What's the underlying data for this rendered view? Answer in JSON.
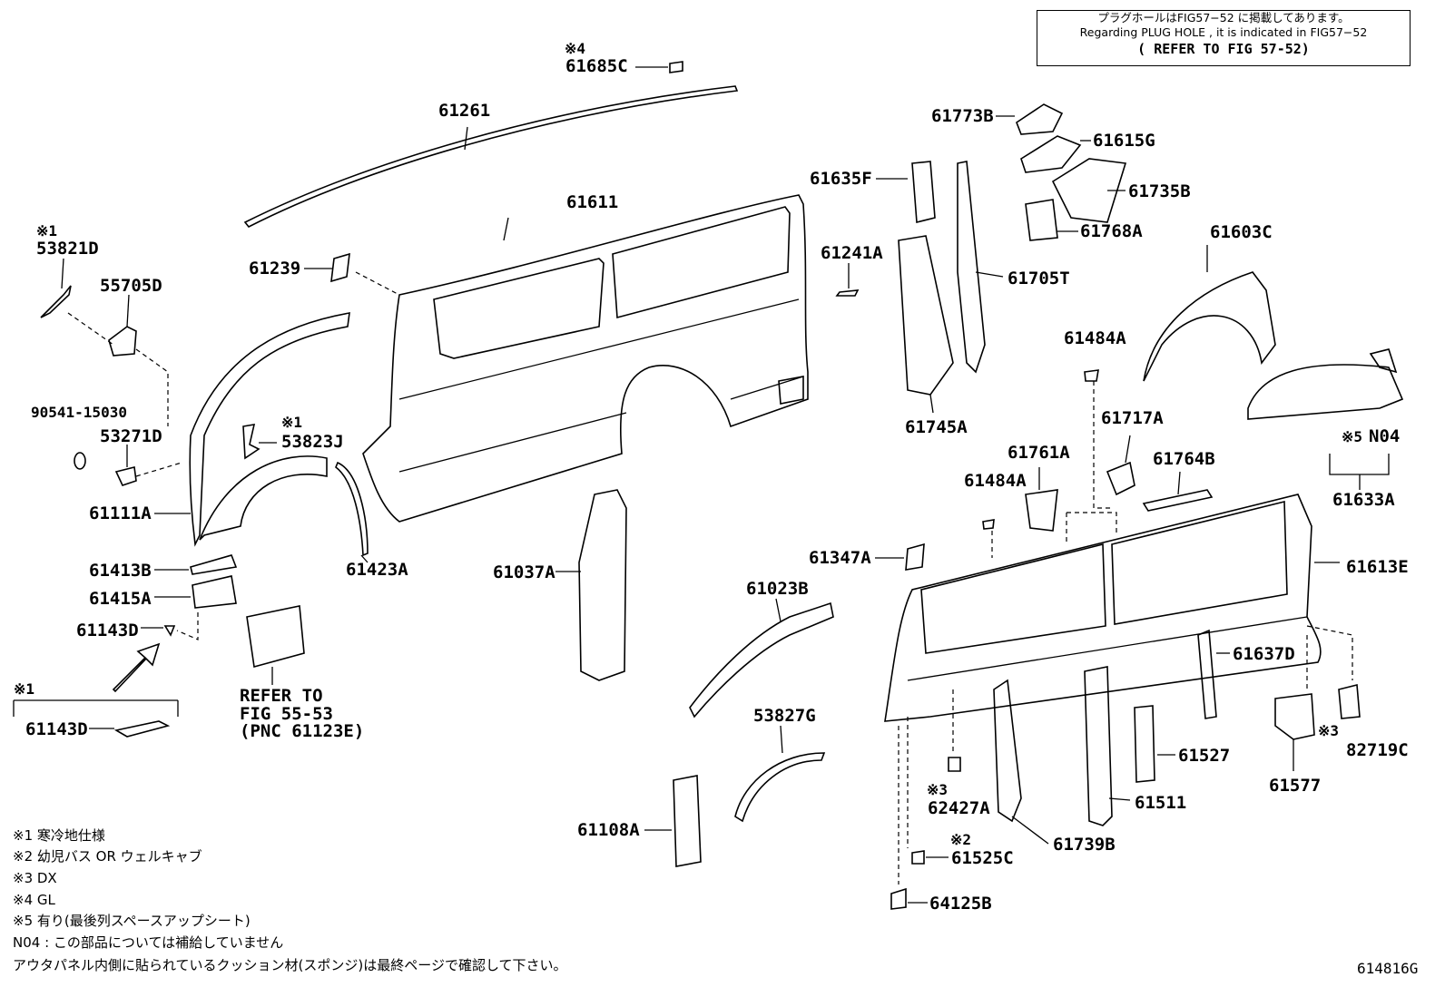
{
  "notice": {
    "line1": "プラグホールはFIG57−52 に掲載してあります。",
    "line2": "Regarding PLUG HOLE , it is indicated in FIG57−52",
    "line3": "( REFER TO FIG 57-52)"
  },
  "labels": {
    "p61685C": "61685C",
    "m61685C": "※4",
    "p61261": "61261",
    "p61611": "61611",
    "p61239": "61239",
    "p53821D": "53821D",
    "m53821D": "※1",
    "p55705D": "55705D",
    "p90541": "90541-15030",
    "p53271D": "53271D",
    "p53823J": "53823J",
    "m53823J": "※1",
    "p61111A": "61111A",
    "p61423A": "61423A",
    "p61413B": "61413B",
    "p61415A": "61415A",
    "p61143D": "61143D",
    "m61143D2": "※1",
    "p61143D2": "61143D",
    "ref1": "REFER TO",
    "ref2": "FIG 55-53",
    "ref3": "(PNC 61123E)",
    "p61037A": "61037A",
    "p61023B": "61023B",
    "p53827G": "53827G",
    "p61108A": "61108A",
    "p61773B": "61773B",
    "p61615G": "61615G",
    "p61635F": "61635F",
    "p61735B": "61735B",
    "p61768A": "61768A",
    "p61241A": "61241A",
    "p61705T": "61705T",
    "p61603C": "61603C",
    "p61484A": "61484A",
    "p61745A": "61745A",
    "p61717A": "61717A",
    "p61761A": "61761A",
    "p61484A2": "61484A",
    "p61764B": "61764B",
    "pN04": "N04",
    "mN04": "※5",
    "p61633A": "61633A",
    "p61347A": "61347A",
    "p61613E": "61613E",
    "p61637D": "61637D",
    "p61527": "61527",
    "p82719C": "82719C",
    "m82719C": "※3",
    "p61577": "61577",
    "p62427A": "62427A",
    "m62427A": "※3",
    "p61511": "61511",
    "p61739B": "61739B",
    "p61525C": "61525C",
    "m61525C": "※2",
    "p64125B": "64125B"
  },
  "footnotes": [
    "※1 寒冷地仕様",
    "※2 幼児バス OR ウェルキャブ",
    "※3 DX",
    "※4 GL",
    "※5 有り(最後列スペースアップシート)",
    "N04 : この部品については補給していません",
    "アウタパネル内側に貼られているクッション材(スポンジ)は最終ページで確認して下さい。"
  ],
  "figure_id": "614816G"
}
